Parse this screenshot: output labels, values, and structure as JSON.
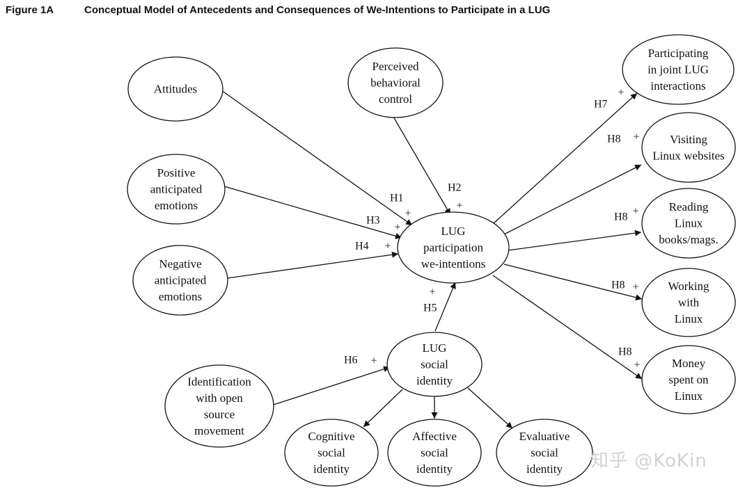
{
  "figure": {
    "number": "Figure 1A",
    "title": "Conceptual Model of Antecedents and Consequences of We-Intentions to Participate in a LUG"
  },
  "nodes": {
    "attitudes": [
      "Attitudes"
    ],
    "pbc": [
      "Perceived",
      "behavioral",
      "control"
    ],
    "positive_emotions": [
      "Positive",
      "anticipated",
      "emotions"
    ],
    "negative_emotions": [
      "Negative",
      "anticipated",
      "emotions"
    ],
    "we_intentions": [
      "LUG",
      "participation",
      "we-intentions"
    ],
    "social_identity": [
      "LUG",
      "social",
      "identity"
    ],
    "open_source_identification": [
      "Identification",
      "with open",
      "source",
      "movement"
    ],
    "cognitive_identity": [
      "Cognitive",
      "social",
      "identity"
    ],
    "affective_identity": [
      "Affective",
      "social",
      "identity"
    ],
    "evaluative_identity": [
      "Evaluative",
      "social",
      "identity"
    ],
    "joint_interactions": [
      "Participating",
      "in joint LUG",
      "interactions"
    ],
    "visiting_websites": [
      "Visiting",
      "Linux websites"
    ],
    "reading_books": [
      "Reading",
      "Linux",
      "books/mags."
    ],
    "working_linux": [
      "Working",
      "with",
      "Linux"
    ],
    "money_spent": [
      "Money",
      "spent on",
      "Linux"
    ]
  },
  "hypotheses": {
    "h1": "H1",
    "h2": "H2",
    "h3": "H3",
    "h4": "H4",
    "h5": "H5",
    "h6": "H6",
    "h7": "H7",
    "h8": "H8",
    "sign": "+"
  },
  "watermark": "知乎 @KoKin",
  "colors": {
    "ink": "#111111",
    "watermark": "#d2d2d2",
    "background": "#ffffff"
  }
}
